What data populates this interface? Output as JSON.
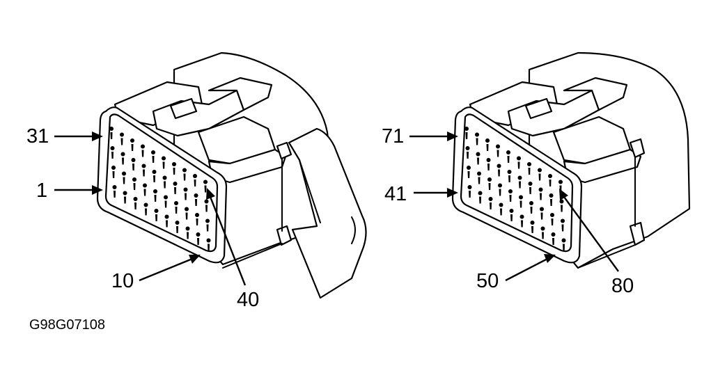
{
  "figure_id": "G98G07108",
  "connectors": [
    {
      "name": "left",
      "labels": {
        "top_left": "31",
        "mid_left": "1",
        "bottom_left": "10",
        "bottom_right": "40"
      }
    },
    {
      "name": "right",
      "labels": {
        "top_left": "71",
        "mid_left": "41",
        "bottom_left": "50",
        "bottom_right": "80"
      }
    }
  ],
  "colors": {
    "line": "#000000",
    "background": "#ffffff"
  }
}
